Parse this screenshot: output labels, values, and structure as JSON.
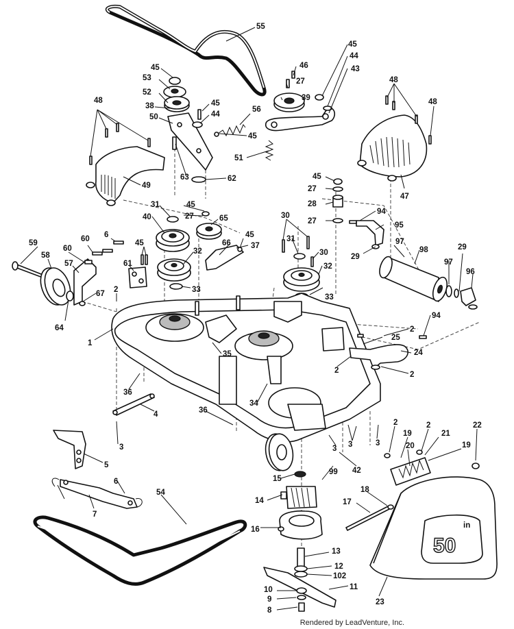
{
  "footer": "Rendered by LeadVenture, Inc.",
  "deck_label": "50",
  "deck_label_sup": "in",
  "callouts": [
    "55",
    "45",
    "53",
    "52",
    "38",
    "50",
    "46",
    "27",
    "39",
    "45",
    "44",
    "43",
    "45",
    "44",
    "48",
    "56",
    "45",
    "51",
    "63",
    "62",
    "48",
    "48",
    "49",
    "47",
    "45",
    "27",
    "28",
    "27",
    "94",
    "95",
    "31",
    "45",
    "27",
    "65",
    "40",
    "45",
    "37",
    "66",
    "30",
    "31",
    "30",
    "29",
    "97",
    "59",
    "58",
    "60",
    "60",
    "6",
    "45",
    "57",
    "61",
    "32",
    "32",
    "98",
    "29",
    "97",
    "96",
    "2",
    "33",
    "33",
    "67",
    "64",
    "1",
    "35",
    "94",
    "2",
    "25",
    "2",
    "24",
    "2",
    "36",
    "36",
    "34",
    "4",
    "3",
    "5",
    "6",
    "7",
    "3",
    "42",
    "3",
    "3",
    "2",
    "19",
    "2",
    "21",
    "20",
    "19",
    "22",
    "15",
    "99",
    "14",
    "18",
    "17",
    "16",
    "54",
    "13",
    "12",
    "102",
    "11",
    "10",
    "9",
    "8",
    "23"
  ]
}
